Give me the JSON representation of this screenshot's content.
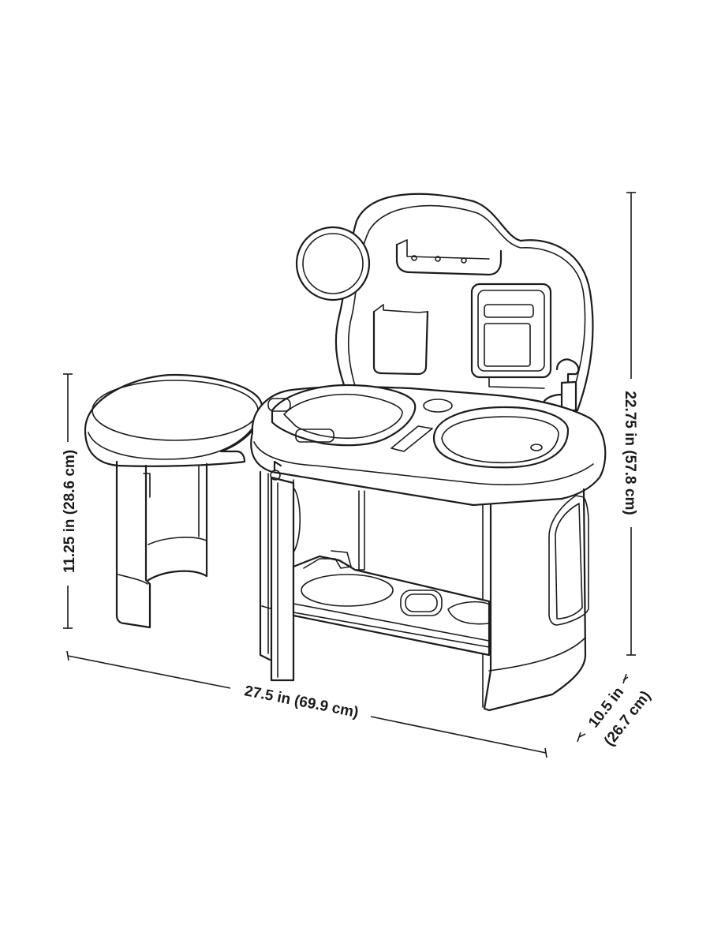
{
  "dimensions": {
    "height_total": "22.75 in (57.8 cm)",
    "stool_height": "11.25 in (28.6 cm)",
    "width": "27.5 in (69.9 cm)",
    "depth_line1": "10.5 in",
    "depth_line2": "(26.7 cm)"
  },
  "colors": {
    "line": "#1c1c1c",
    "background": "#ffffff"
  }
}
